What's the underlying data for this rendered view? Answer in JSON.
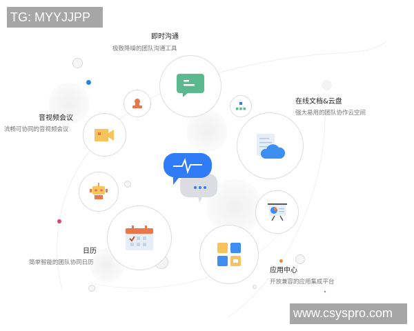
{
  "watermarks": {
    "top_left": "TG: MYYJJPP",
    "bottom_right": "www.csyspro.com"
  },
  "features": [
    {
      "title": "即时沟通",
      "subtitle": "极致降噪的团队沟通工具",
      "icon": "chat-bubble-icon"
    },
    {
      "title": "在线文档&云盘",
      "subtitle": "强大易用的团队协作云空间",
      "icon": "cloud-document-icon"
    },
    {
      "title": "音视频会议",
      "subtitle": "流畅可协同的音视频会议",
      "icon": "video-camera-icon"
    },
    {
      "title": "日历",
      "subtitle": "简单智能的团队协同日历",
      "icon": "calendar-icon"
    },
    {
      "title": "应用中心",
      "subtitle": "开放兼容的应用集成平台",
      "icon": "app-grid-icon"
    }
  ],
  "minor_icons": [
    "user-stamp-icon",
    "org-chart-icon",
    "robot-icon",
    "presentation-board-icon"
  ],
  "center": {
    "icon": "pulse-chat-icon"
  },
  "colors": {
    "accent_blue": "#2f7cf6",
    "green": "#5cb88f",
    "orange": "#e8774a",
    "yellow": "#f6c35c",
    "pink": "#e0416b"
  }
}
